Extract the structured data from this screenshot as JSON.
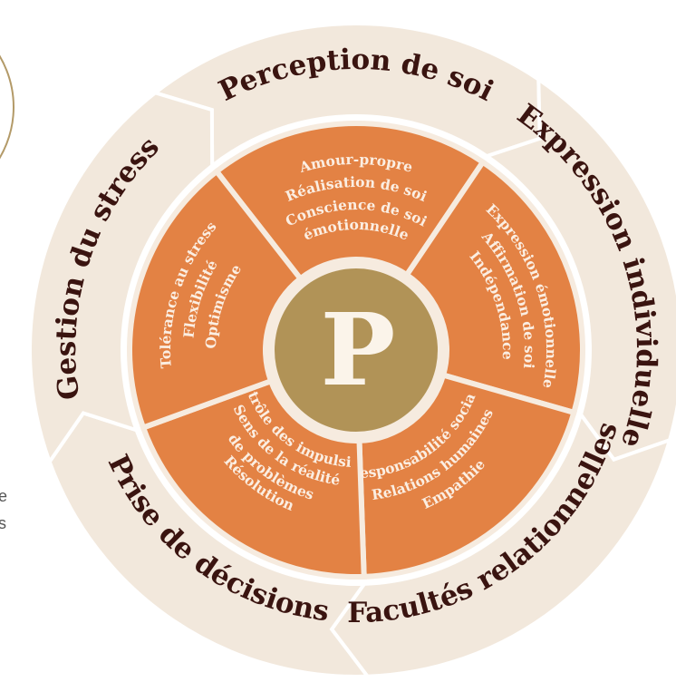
{
  "colors": {
    "outer_ring": "#f2e8dc",
    "outer_ring_stroke": "#ffffff",
    "segment": "#e38244",
    "segment_stroke": "#f6ebdf",
    "center": "#b19357",
    "center_ring": "#f6ebdf",
    "logo_glyph": "#fbf4ea",
    "category_text": "#3a1410",
    "sub_text": "#fbeee2",
    "edge_circle": "#b39a68"
  },
  "logo": {
    "glyph": "P",
    "icon": "p-monogram-logo"
  },
  "categories": [
    {
      "name": "Perception de soi"
    },
    {
      "name": "Expression individuelle"
    },
    {
      "name": "Facultés relationnelles"
    },
    {
      "name": "Prise de décisions"
    },
    {
      "name": "Gestion du stress"
    }
  ],
  "segments": [
    {
      "id": "perception",
      "lines": [
        "Amour-propre",
        "Réalisation de soi",
        "Conscience de soi",
        "émotionnelle"
      ]
    },
    {
      "id": "expression",
      "lines": [
        "Expression émotionnelle",
        "Affirmation de soi",
        "Indépendance"
      ]
    },
    {
      "id": "relations",
      "lines": [
        "Empathie",
        "Relations humaines",
        "Responsabilité sociale"
      ]
    },
    {
      "id": "decisions",
      "lines": [
        "Résolution",
        "de problèmes",
        "Sens de la réalité",
        "Contrôle des impulsions"
      ]
    },
    {
      "id": "stress",
      "lines": [
        "Tolérance au stress",
        "Flexibilité",
        "Optimisme"
      ]
    }
  ],
  "edge_text": [
    "e",
    "s"
  ]
}
